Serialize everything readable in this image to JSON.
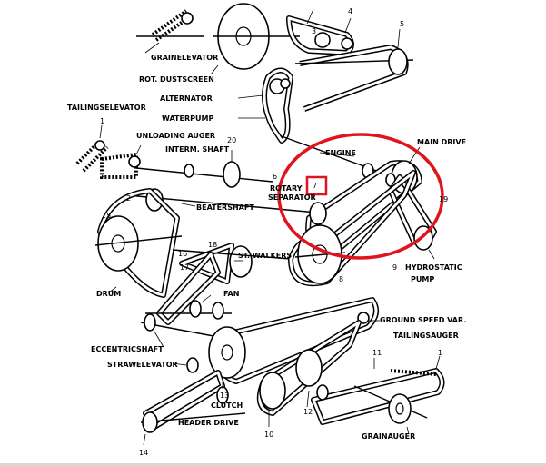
{
  "labels": {
    "grain_elevator": "GRAINELEVATOR",
    "rot_dustscreen": "ROT. DUSTSCREEN",
    "alternator": "ALTERNATOR",
    "water_pump": "WATERPUMP",
    "tailing_elevator": "TAILINGSELEVATOR",
    "unloading_auger": "UNLOADING AUGER",
    "interm_shaft": "INTERM. SHAFT",
    "engine": "ENGINE",
    "main_drive": "MAIN DRIVE",
    "rotary_separator_1": "ROTARY",
    "rotary_separator_2": "SEPARATOR",
    "beater_shaft": "BEATERSHAFT",
    "st_walkers": "ST. WALKERS",
    "hydrostatic_1": "HYDROSTATIC",
    "hydrostatic_2": "PUMP",
    "drum": "DRUM",
    "fan": "FAN",
    "ground_speed_var": "GROUND SPEED VAR.",
    "tailings_auger": "TAILINGSAUGER",
    "eccentric_shaft": "ECCENTRICSHAFT",
    "straw_elevator": "STRAWELEVATOR",
    "clutch": "CLUTCH",
    "header_drive": "HEADER DRIVE",
    "grain_auger": "GRAINAUGER"
  },
  "numbers": {
    "n1": "1",
    "n2": "2",
    "n3": "3",
    "n4": "4",
    "n5": "5",
    "n6": "6",
    "n7": "7",
    "n8": "8",
    "n9": "9",
    "n10": "10",
    "n11": "11",
    "n12": "12",
    "n13": "13",
    "n14": "14",
    "n15": "15",
    "n16": "16",
    "n17": "17",
    "n18": "18",
    "n19": "19",
    "n20": "20"
  },
  "highlight": {
    "color": "#e0141e",
    "boxed_number": "7"
  }
}
